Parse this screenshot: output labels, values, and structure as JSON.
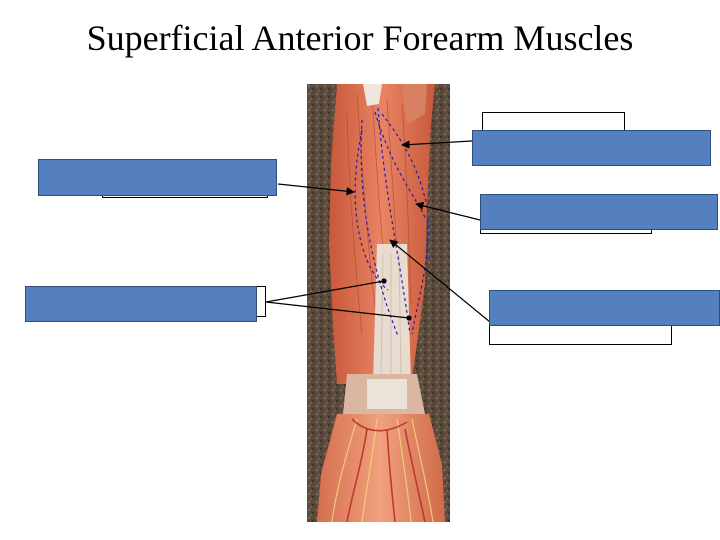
{
  "slide": {
    "title": "Superficial Anterior Forearm Muscles"
  },
  "colors": {
    "label_box_fill": "#5580c0",
    "arrow": "#000000",
    "outline_dashed": "#2a1aa8"
  },
  "labels": [
    {
      "id": "label-left-upper",
      "text": ""
    },
    {
      "id": "label-left-lower",
      "text": ""
    },
    {
      "id": "label-right-top",
      "text": ""
    },
    {
      "id": "label-right-middle",
      "text": ""
    },
    {
      "id": "label-right-bottom",
      "text": ""
    }
  ]
}
